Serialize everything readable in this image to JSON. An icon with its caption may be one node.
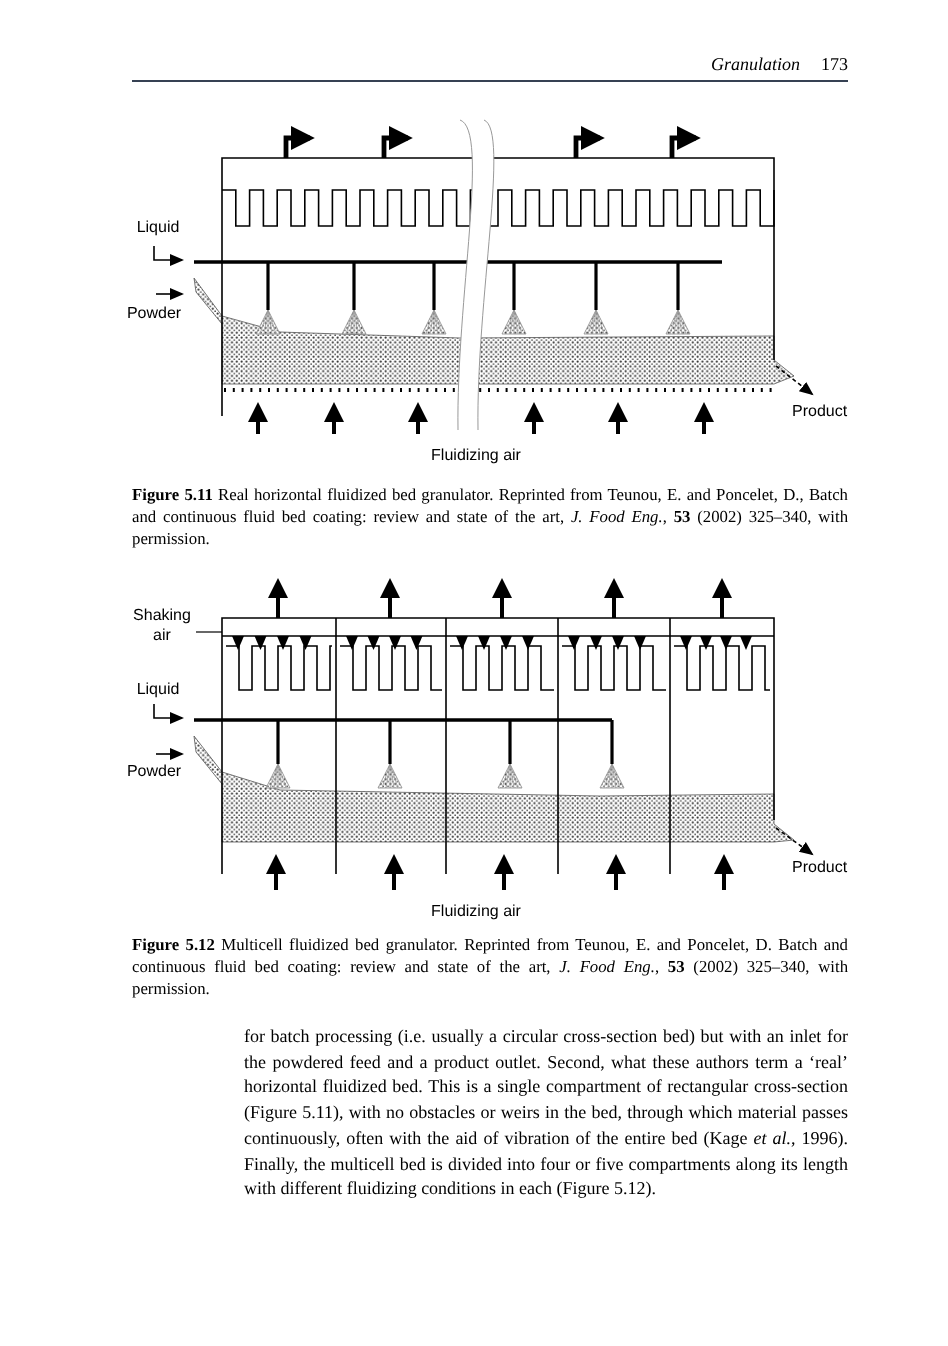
{
  "diagram": {
    "labels": [
      "Granulation",
      "173",
      "Liquid",
      "Powder",
      "Product",
      "Fluidizing air",
      "**Figure 5.11** Real horizontal fluidized bed granulator. Reprinted from Teunou, E. and Poncelet, D., Batch and continuous fluid bed coating: review and state of the art, *J. Food Eng.*, **53** (2002) 325–340, with permission.",
      "Shaking air",
      "Liquid",
      "Powder",
      "Product",
      "Fluidizing air",
      "**Figure 5.12** Multicell fluidized bed granulator. Reprinted from Teunou, E. and Poncelet, D. Batch and continuous fluid bed coating: review and state of the art, *J. Food Eng.*, **53** (2002) 325–340, with permission.",
      "for batch processing (i.e. usually a circular cross-section bed) but with an inlet for the powdered feed and a product outlet. Second, what these authors term a ‘real’ horizontal fluidized bed. This is a single compartment of rectangular cross-section (Figure 5.11), with no obstacles or weirs in the bed, through which material passes continuously, often with the aid of vibration of the entire bed (Kage *et al.*, 1996). Finally, the multicell bed is divided into four or five compartments along its length with different fluidizing conditions in each (Figure 5.12)."
    ]
  }
}
